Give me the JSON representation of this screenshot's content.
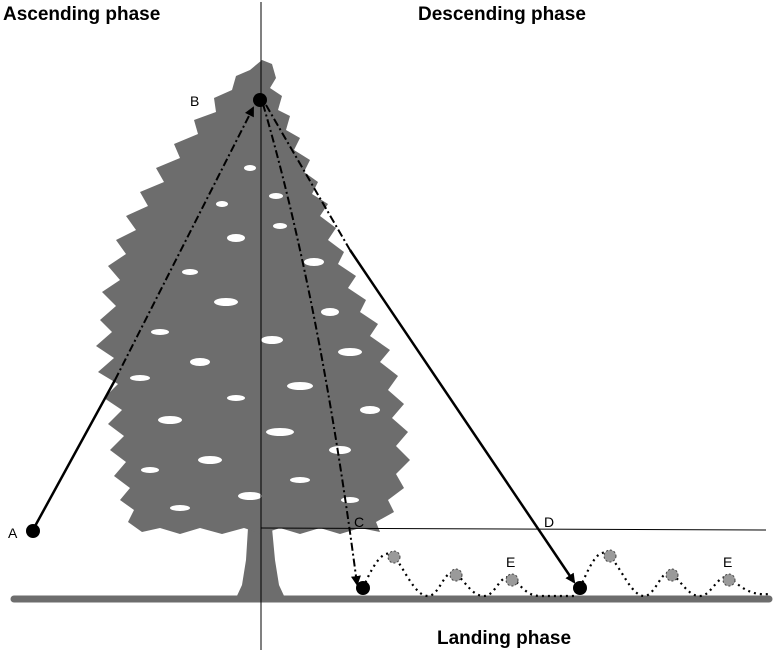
{
  "phases": {
    "ascending": "Ascending phase",
    "descending": "Descending phase",
    "landing": "Landing phase"
  },
  "points": {
    "a": "A",
    "b": "B",
    "c": "C",
    "d": "D",
    "e1": "E",
    "e2": "E"
  },
  "colors": {
    "tree": "#6d6d6d",
    "ground": "#6d6d6d",
    "point": "#000000",
    "bounce": "#9a9a9a"
  }
}
